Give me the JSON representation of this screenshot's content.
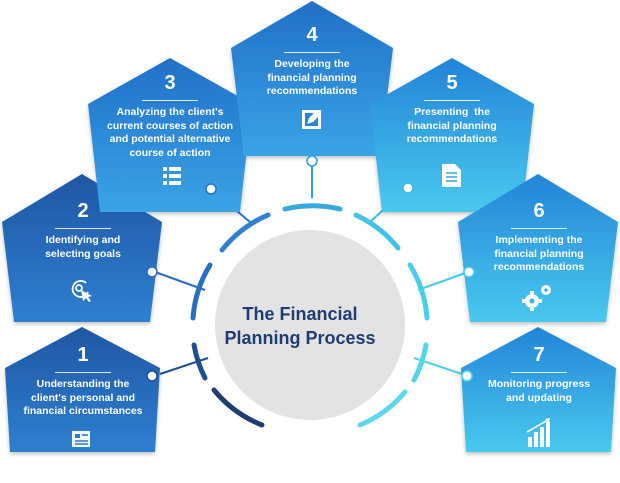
{
  "center": {
    "title_line1": "The Financial",
    "title_line2": "Planning Process"
  },
  "steps": [
    {
      "number": "1",
      "label_lines": [
        "Understanding the",
        "client's personal and",
        "financial circumstances"
      ],
      "icon": "document-icon"
    },
    {
      "number": "2",
      "label_lines": [
        "Identifying and",
        "selecting goals"
      ],
      "icon": "target-cursor-icon"
    },
    {
      "number": "3",
      "label_lines": [
        "Analyzing the client's",
        "current courses of action",
        "and potential alternative",
        "course of action"
      ],
      "icon": "checklist-icon"
    },
    {
      "number": "4",
      "label_lines": [
        "Developing the",
        "financial planning",
        "recommendations"
      ],
      "icon": "edit-icon"
    },
    {
      "number": "5",
      "label_lines": [
        "Presenting  the",
        "financial planning",
        "recommendations"
      ],
      "icon": "file-icon"
    },
    {
      "number": "6",
      "label_lines": [
        "Implementing the",
        "financial planning",
        "recommendations"
      ],
      "icon": "gears-icon"
    },
    {
      "number": "7",
      "label_lines": [
        "Monitoring progress",
        "and updating"
      ],
      "icon": "bar-chart-icon"
    }
  ],
  "colors": {
    "dark_blue": "#1f4f93",
    "mid_blue": "#2f86d6",
    "cyan": "#4fd2ea",
    "navy_text": "#1f3d73",
    "circle_fill": "#e3e3e3"
  }
}
